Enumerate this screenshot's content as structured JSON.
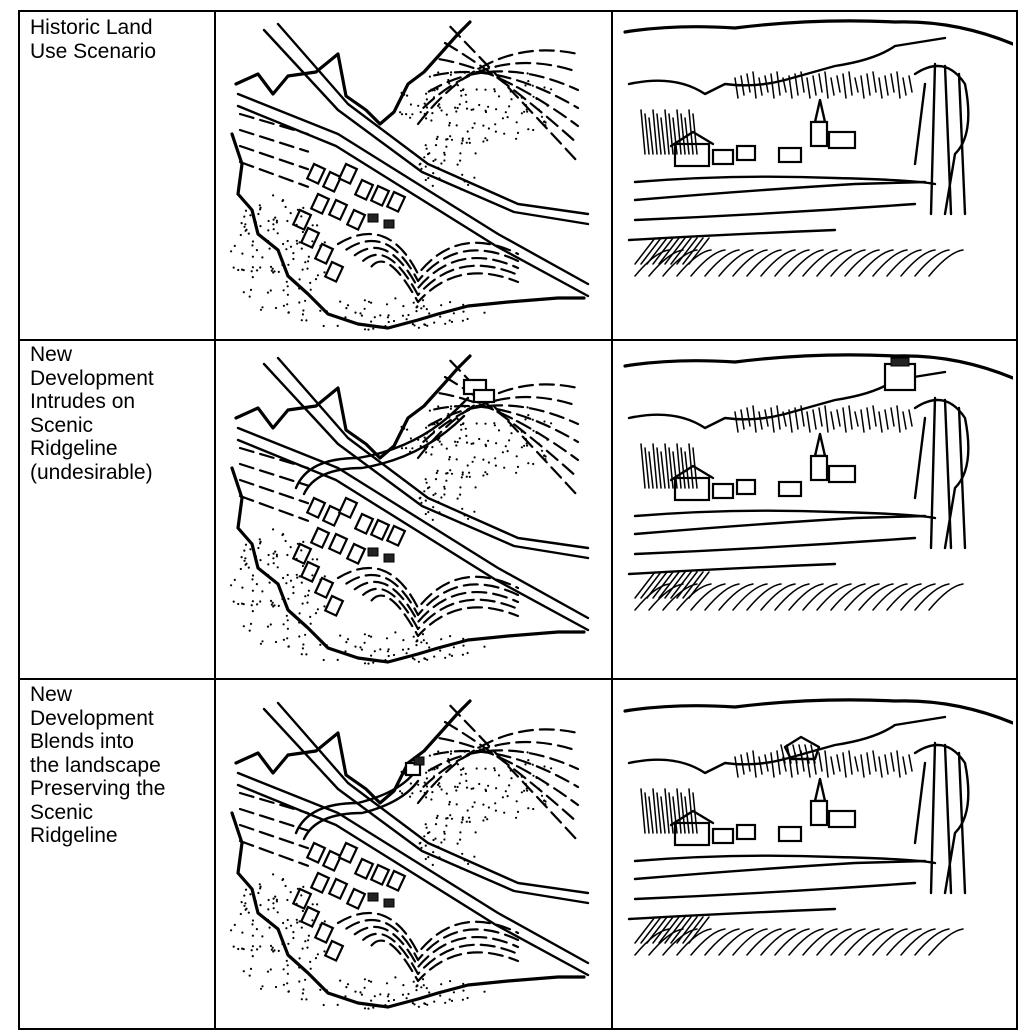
{
  "rows": [
    {
      "label": "Historic Land\nUse Scenario",
      "map_icon": "site-plan-map",
      "view_icon": "village-perspective-sketch"
    },
    {
      "label": "New\nDevelopment\nIntrudes on\nScenic\nRidgeline\n(undesirable)",
      "map_icon": "site-plan-map-ridge-development",
      "view_icon": "village-perspective-ridge-building"
    },
    {
      "label": "New\nDevelopment\nBlends into\nthe landscape\nPreserving the\nScenic\nRidgeline",
      "map_icon": "site-plan-map-hillside-development",
      "view_icon": "village-perspective-blended-building"
    }
  ]
}
